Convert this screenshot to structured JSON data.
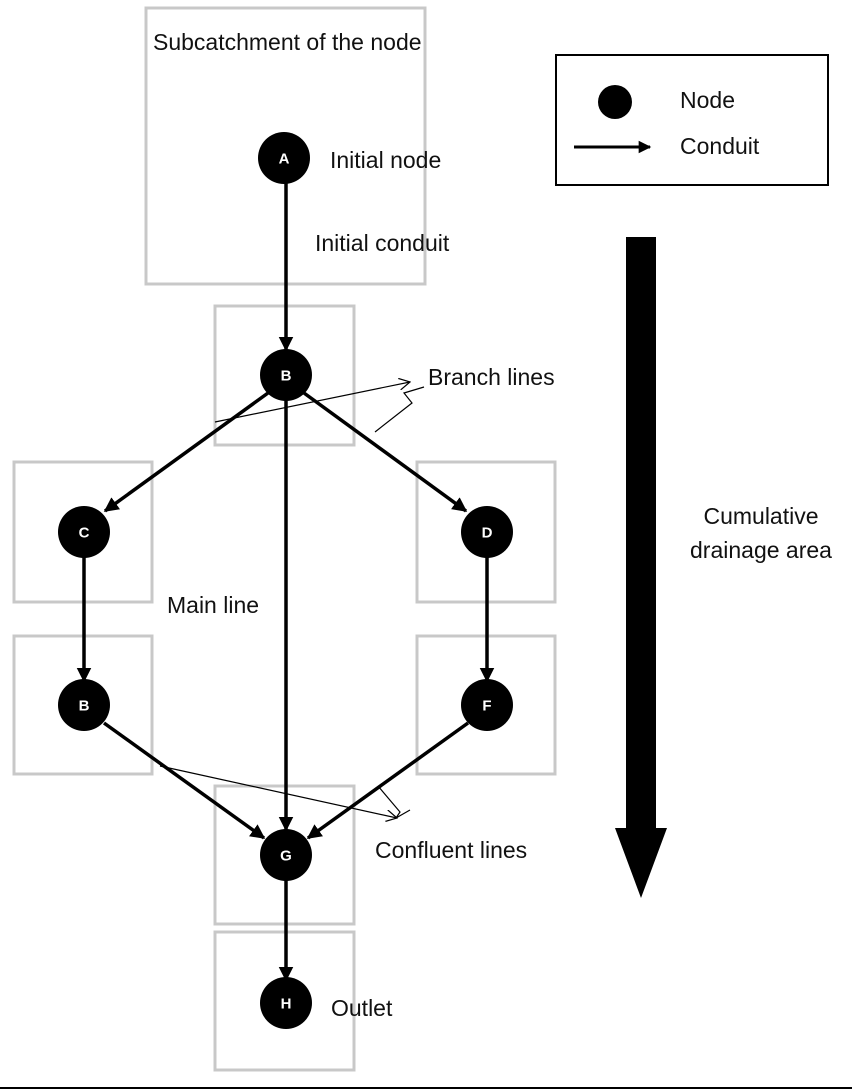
{
  "labels": {
    "subcatchment": "Subcatchment of the node",
    "initial_node": "Initial node",
    "initial_conduit": "Initial conduit",
    "branch_lines": "Branch lines",
    "main_line": "Main line",
    "confluent_lines": "Confluent lines",
    "outlet": "Outlet",
    "cumulative_line1": "Cumulative",
    "cumulative_line2": "drainage area"
  },
  "legend": {
    "node": "Node",
    "conduit": "Conduit"
  },
  "nodes": {
    "A": "A",
    "B1": "B",
    "C": "C",
    "D": "D",
    "B2": "B",
    "F": "F",
    "G": "G",
    "H": "H"
  },
  "colors": {
    "node": "#000000",
    "subcatchment_border": "#c8c8c8",
    "conduit": "#000000"
  }
}
